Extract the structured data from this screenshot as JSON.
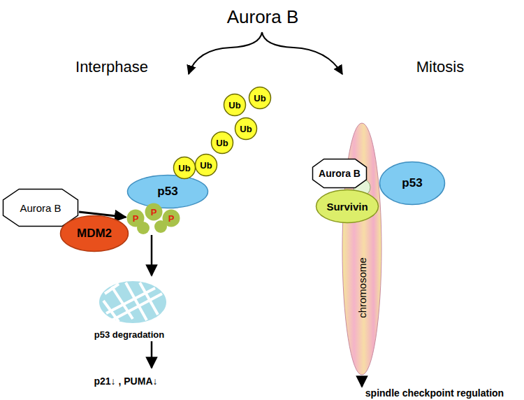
{
  "diagram": {
    "title": "Aurora B",
    "nodes": [
      {
        "text": [
          "Aurora B"
        ]
      },
      {
        "text": [
          "MDM2"
        ]
      },
      {
        "text": [
          "p53"
        ]
      },
      {
        "text": [
          "Ub"
        ]
      },
      {
        "text": [
          "Ub"
        ]
      },
      {
        "text": [
          "Ub"
        ]
      },
      {
        "text": [
          "Ub"
        ]
      },
      {
        "text": [
          "Ub"
        ]
      },
      {
        "text": [
          "Ub"
        ]
      },
      {
        "text": [
          "P"
        ]
      },
      {
        "text": [
          "P"
        ]
      },
      {
        "text": [
          "P"
        ]
      },
      {
        "text": [
          "chromosome"
        ]
      },
      {
        "text": [
          "Aurora B"
        ]
      },
      {
        "text": [
          "Survivin"
        ]
      },
      {
        "text": [
          "p53"
        ]
      }
    ],
    "edges": [
      {
        "from": 0,
        "to": 9,
        "arrow": "to"
      }
    ],
    "labels": [
      "Interphase",
      "Mitosis",
      "p53 degradation",
      "p21↓ , PUMA↓",
      "spindle checkpoint regulation"
    ]
  }
}
